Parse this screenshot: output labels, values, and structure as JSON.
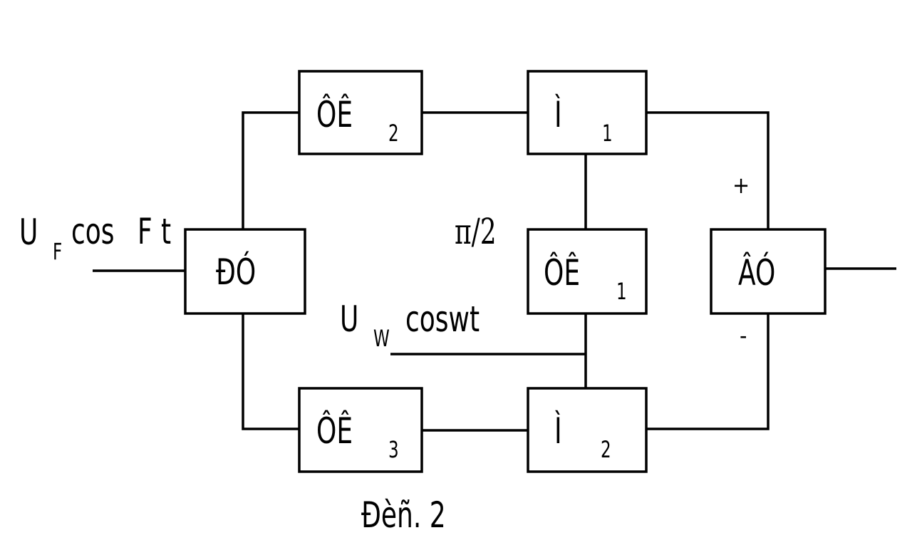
{
  "input_signal": {
    "u": "U",
    "sub": "F",
    "cos": "cos",
    "f": "F",
    "t": "t"
  },
  "blocks": {
    "splitter": "ĐÓ",
    "phase2": {
      "label": "ÔÊ",
      "index": "2"
    },
    "mult1": {
      "label": "Ì",
      "index": "1"
    },
    "phase1": {
      "label": "ÔÊ",
      "index": "1"
    },
    "adder": "ÂÓ",
    "phase3": {
      "label": "ÔÊ",
      "index": "3"
    },
    "mult2": {
      "label": "Ì",
      "index": "2"
    }
  },
  "phase_shift": "π/2",
  "reference_signal": {
    "u": "U",
    "sub": "W",
    "text": "coswt"
  },
  "signs": {
    "plus": "+",
    "minus": "-"
  },
  "caption": "Đèñ. 2"
}
